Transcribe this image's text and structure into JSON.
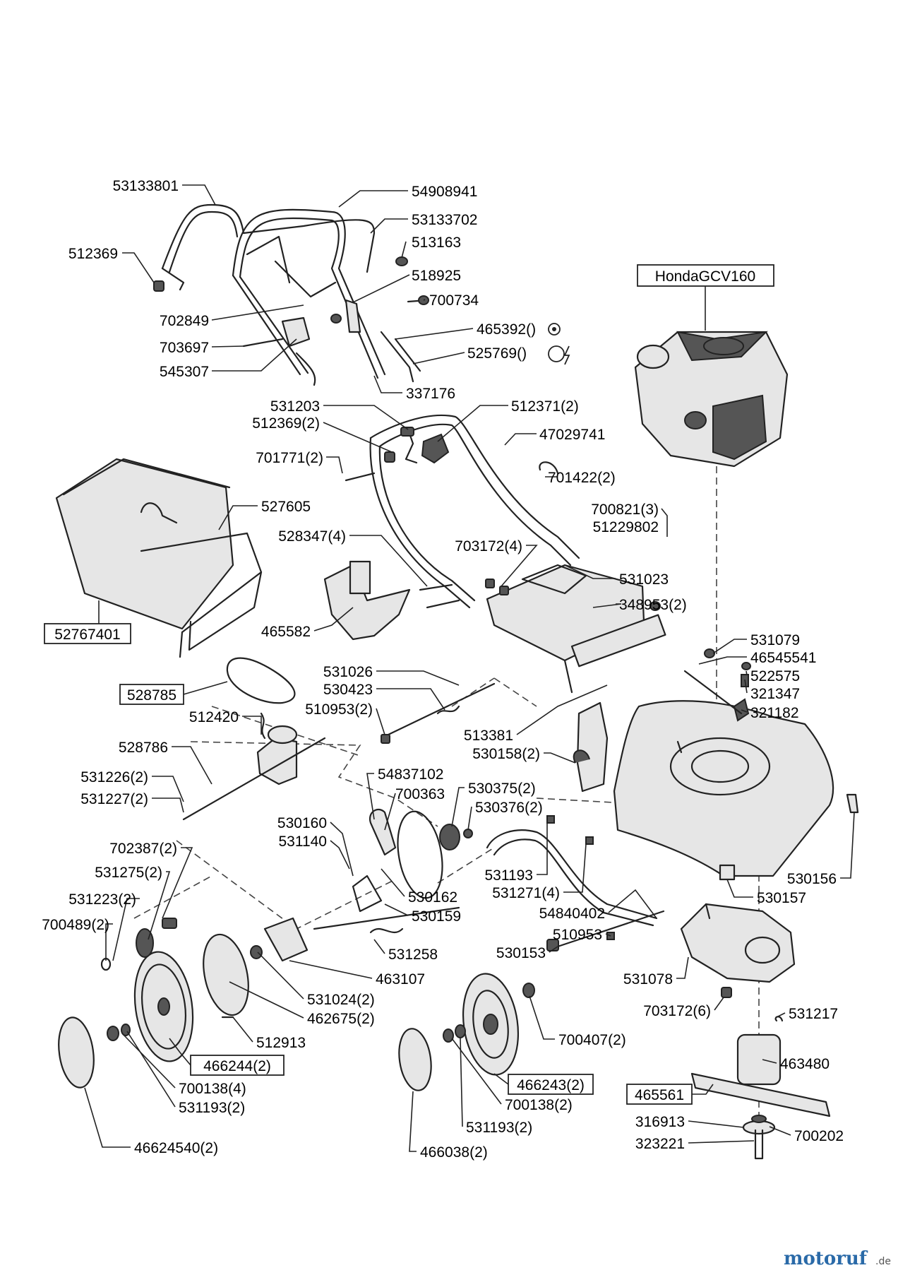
{
  "engine_label": "HondaGCV160",
  "watermark": {
    "brand": "motoruf",
    "tld": ".de"
  },
  "labels": {
    "l53133801": "53133801",
    "l54908941": "54908941",
    "l53133702": "53133702",
    "l512369": "512369",
    "l513163": "513163",
    "l518925": "518925",
    "l700734": "700734",
    "l702849": "702849",
    "l465392": "465392()",
    "l703697": "703697",
    "l525769": "525769()",
    "l545307": "545307",
    "l337176": "337176",
    "l531203": "531203",
    "l512371_2": "512371(2)",
    "l512369_2": "512369(2)",
    "l47029741": "47029741",
    "l701771_2": "701771(2)",
    "l701422_2": "701422(2)",
    "l527605": "527605",
    "l700821_3": "700821(3)",
    "l51229802": "51229802",
    "l528347_4": "528347(4)",
    "l703172_4": "703172(4)",
    "l531023": "531023",
    "l348953_2": "348953(2)",
    "l465582": "465582",
    "l52767401": "52767401",
    "l531079": "531079",
    "l46545541": "46545541",
    "l522575": "522575",
    "l531026": "531026",
    "l530423": "530423",
    "l321347": "321347",
    "l528785": "528785",
    "l510953_2": "510953(2)",
    "l321182": "321182",
    "l512420": "512420",
    "l513381": "513381",
    "l528786": "528786",
    "l530158_2": "530158(2)",
    "l54837102": "54837102",
    "l531226_2": "531226(2)",
    "l700363": "700363",
    "l530375_2": "530375(2)",
    "l531227_2": "531227(2)",
    "l530376_2": "530376(2)",
    "l530160": "530160",
    "l531140": "531140",
    "l702387_2": "702387(2)",
    "l531275_2": "531275(2)",
    "l531193": "531193",
    "l530156": "530156",
    "l531271_4": "531271(4)",
    "l531223_2": "531223(2)",
    "l530162": "530162",
    "l530157": "530157",
    "l54840402": "54840402",
    "l700489_2": "700489(2)",
    "l530159": "530159",
    "l510953": "510953",
    "l531258": "531258",
    "l530153": "530153",
    "l463107": "463107",
    "l531078": "531078",
    "l531024_2": "531024(2)",
    "l703172_6": "703172(6)",
    "l531217": "531217",
    "l462675_2": "462675(2)",
    "l700407_2": "700407(2)",
    "l512913": "512913",
    "l463480": "463480",
    "l466244_2": "466244(2)",
    "l466243_2": "466243(2)",
    "l700138_4": "700138(4)",
    "l465561": "465561",
    "l531193_2a": "531193(2)",
    "l700138_2": "700138(2)",
    "l316913": "316913",
    "l700202": "700202",
    "l531193_2b": "531193(2)",
    "l323221": "323221",
    "l46624540_2": "46624540(2)",
    "l466038_2": "466038(2)"
  }
}
